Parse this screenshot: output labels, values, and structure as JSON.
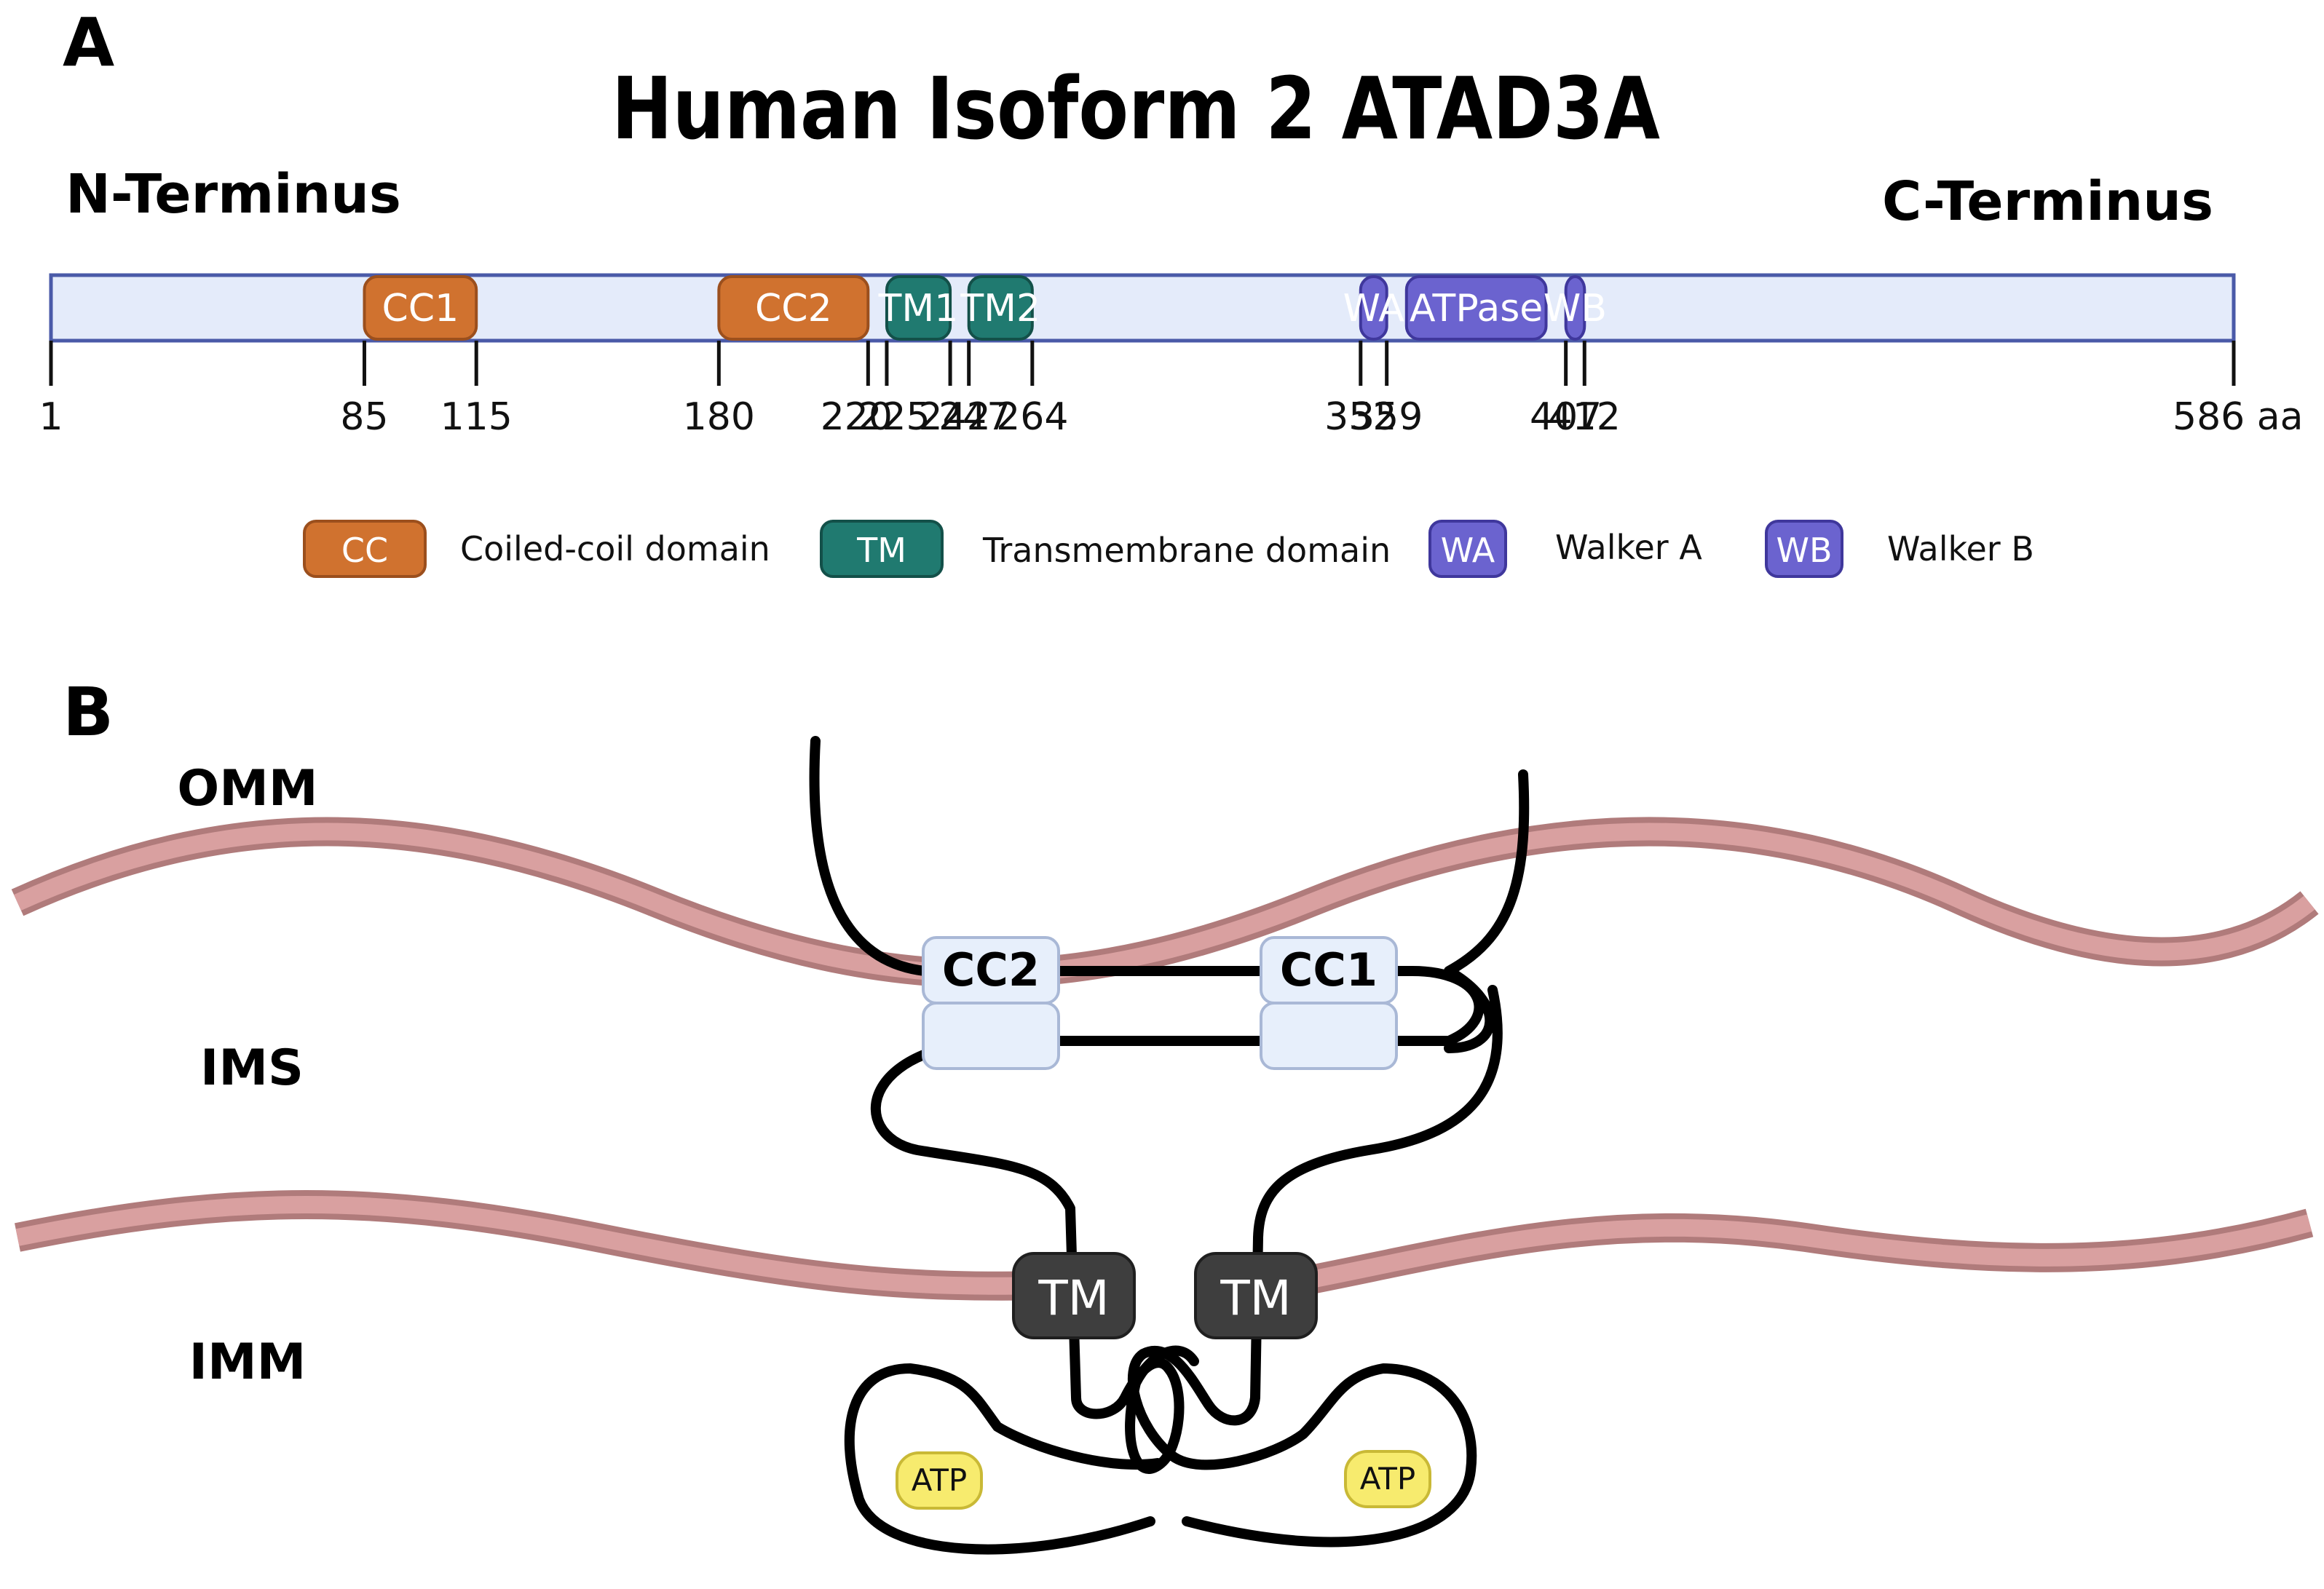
{
  "panel_a": {
    "letter": "A",
    "title": "Human Isoform 2 ATAD3A",
    "n_terminus": "N-Terminus",
    "c_terminus": "C-Terminus",
    "length_aa": 586,
    "length_label": "586 aa",
    "start_label": "1",
    "domains": [
      {
        "label": "CC1",
        "start": 85,
        "end": 115,
        "kind": "cc"
      },
      {
        "label": "CC2",
        "start": 180,
        "end": 220,
        "kind": "cc"
      },
      {
        "label": "TM1",
        "start": 225,
        "end": 242,
        "kind": "tm"
      },
      {
        "label": "TM2",
        "start": 247,
        "end": 264,
        "kind": "tm"
      },
      {
        "label": "WA",
        "start": 352,
        "end": 359,
        "kind": "walker"
      },
      {
        "label": "ATPase",
        "start": 360,
        "end": 406,
        "kind": "walker"
      },
      {
        "label": "WB",
        "start": 407,
        "end": 412,
        "kind": "walker"
      }
    ],
    "ticks": [
      {
        "pos": 1,
        "label": "1"
      },
      {
        "pos": 85,
        "label": "85"
      },
      {
        "pos": 115,
        "label": "115"
      },
      {
        "pos": 180,
        "label": "180"
      },
      {
        "pos": 220,
        "label": "220"
      },
      {
        "pos": 225,
        "label": "225"
      },
      {
        "pos": 242,
        "label": "242"
      },
      {
        "pos": 247,
        "label": "247"
      },
      {
        "pos": 264,
        "label": "264"
      },
      {
        "pos": 352,
        "label": "352"
      },
      {
        "pos": 359,
        "label": "359"
      },
      {
        "pos": 407,
        "label": "407"
      },
      {
        "pos": 412,
        "label": "412"
      },
      {
        "pos": 586,
        "label": "586 aa"
      }
    ],
    "legend": [
      {
        "key": "CC",
        "text": "Coiled-coil domain",
        "kind": "cc"
      },
      {
        "key": "TM",
        "text": "Transmembrane domain",
        "kind": "tm"
      },
      {
        "key": "WA",
        "text": "Walker A",
        "kind": "walker"
      },
      {
        "key": "WB",
        "text": "Walker B",
        "kind": "walker"
      }
    ]
  },
  "panel_b": {
    "letter": "B",
    "regions": {
      "omm": "OMM",
      "ims": "IMS",
      "imm": "IMM"
    },
    "cc2": "CC2",
    "cc1": "CC1",
    "tm": "TM",
    "atp": "ATP"
  },
  "colors": {
    "bar_fill": "#e4ebfa",
    "bar_stroke": "#4a5aa8",
    "cc": "#d0722f",
    "cc_stroke": "#9b4f1d",
    "tm": "#207a70",
    "tm_stroke": "#135049",
    "walker": "#6b63cf",
    "walker_stroke": "#3f379c",
    "membrane": "#d9a0a0",
    "membrane_edge": "#b07b7b",
    "cc_box": "#e7effb",
    "tm_box": "#3e3e3e",
    "atp": "#f7eb6e"
  }
}
